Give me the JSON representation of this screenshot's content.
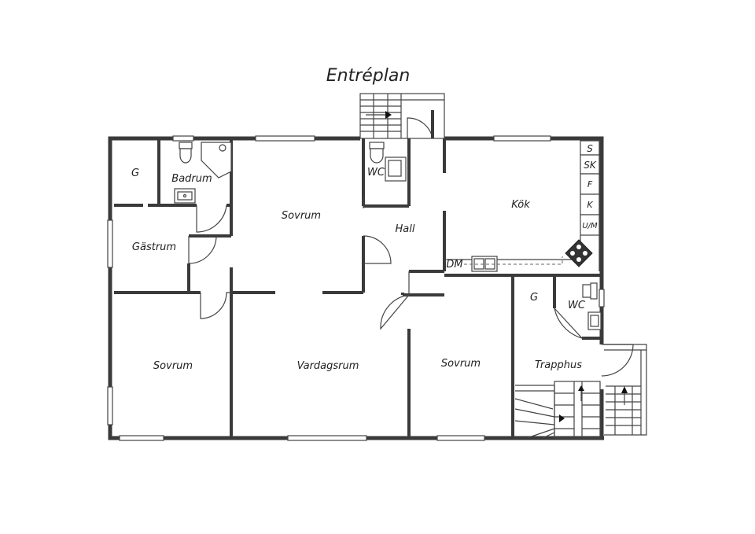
{
  "title": "Entréplan",
  "rooms": {
    "g_left": "G",
    "badrum": "Badrum",
    "gastrum": "Gästrum",
    "sovrum_top": "Sovrum",
    "wc_top": "WC",
    "hall": "Hall",
    "kok": "Kök",
    "dm": "DM",
    "sovrum_left": "Sovrum",
    "vardagsrum": "Vardagsrum",
    "sovrum_mid": "Sovrum",
    "g_right": "G",
    "wc_right": "WC",
    "trapphus": "Trapphus"
  },
  "kitchen_labels": [
    "S",
    "SK",
    "F",
    "K",
    "U/M"
  ]
}
